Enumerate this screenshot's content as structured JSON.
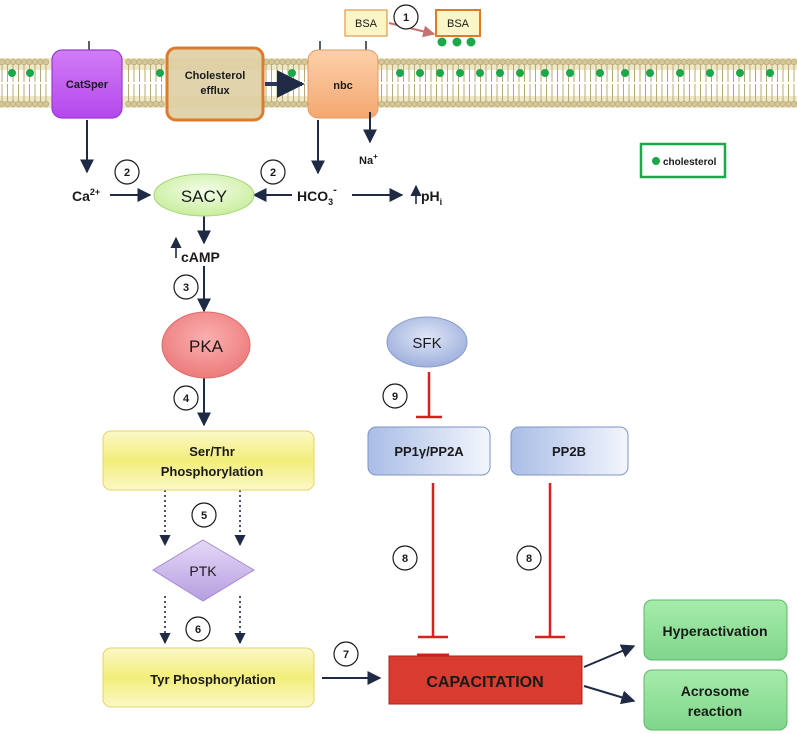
{
  "steps": {
    "s1": "1",
    "s2a": "2",
    "s2b": "2",
    "s3": "3",
    "s4": "4",
    "s5": "5",
    "s6": "6",
    "s7": "7",
    "s8a": "8",
    "s8b": "8",
    "s9": "9"
  },
  "membrane": {
    "catsper": "CatSper",
    "chol_line1": "Cholesterol",
    "chol_line2": "efflux",
    "nbc": "nbc",
    "bsa_left": "BSA",
    "bsa_right": "BSA",
    "na": "Na",
    "na_sup": "+"
  },
  "legend": {
    "cholesterol": "cholesterol"
  },
  "ions": {
    "ca": "Ca",
    "ca_sup": "2+",
    "hco3": "HCO",
    "hco3_sub": "3",
    "hco3_sup": "-",
    "ph": "pH",
    "ph_sub": "i"
  },
  "nodes": {
    "sacy": "SACY",
    "camp": "cAMP",
    "pka": "PKA",
    "serthr_line1": "Ser/Thr",
    "serthr_line2": "Phosphorylation",
    "ptk": "PTK",
    "tyr": "Tyr Phosphorylation",
    "sfk": "SFK",
    "pp1": "PP1γ/PP2A",
    "pp2b": "PP2B",
    "capacitation": "CAPACITATION",
    "hyper": "Hyperactivation",
    "acro_line1": "Acrosome",
    "acro_line2": "reaction"
  },
  "colors": {
    "catsper": "#c25cf2",
    "cholesterol_box": "#d9c79a",
    "nbc": "#f7b98a",
    "sacy": "#d9f5b8",
    "pka": "#f08a8a",
    "yellow_box": "#f5f08a",
    "ptk": "#c9b3e8",
    "blue_box": "#b8c8e8",
    "capacitation": "#d93b2e",
    "green_box": "#8fe08f",
    "inhibit": "#d92020",
    "arrow": "#1f2a44",
    "dot": "#1aa84a"
  }
}
